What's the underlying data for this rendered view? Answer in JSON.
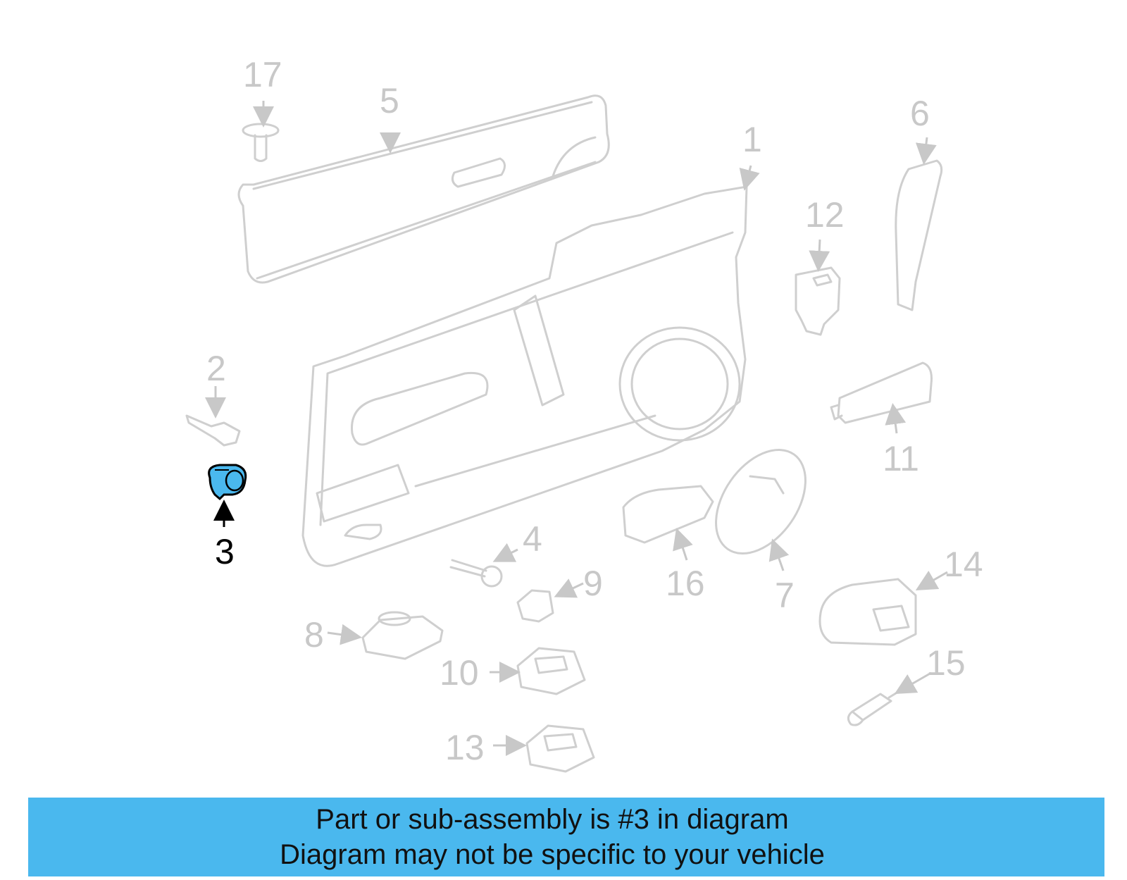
{
  "diagram": {
    "highlight_color": "#4ab8ee",
    "highlighted_callout": "3",
    "callouts": {
      "c1": "1",
      "c2": "2",
      "c3": "3",
      "c4": "4",
      "c5": "5",
      "c6": "6",
      "c7": "7",
      "c8": "8",
      "c9": "9",
      "c10": "10",
      "c11": "11",
      "c12": "12",
      "c13": "13",
      "c14": "14",
      "c15": "15",
      "c16": "16",
      "c17": "17"
    }
  },
  "banner": {
    "line1": "Part or sub-assembly is #3 in diagram",
    "line2": "Diagram may not be specific to your vehicle",
    "background": "#4ab8ee"
  }
}
